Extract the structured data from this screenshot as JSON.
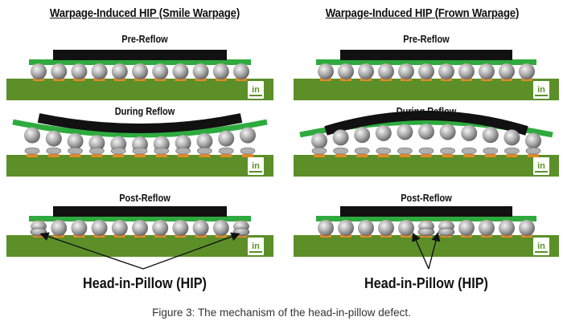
{
  "titles": {
    "left": "Warpage-Induced HIP (Smile Warpage)",
    "right": "Warpage-Induced HIP (Frown Warpage)"
  },
  "stages": {
    "pre": "Pre-Reflow",
    "during": "During Reflow",
    "post": "Post-Reflow"
  },
  "hip_label": "Head-in-Pillow (HIP)",
  "caption": "Figure 3: The mechanism of the head-in-pillow defect.",
  "logo_text": "in",
  "colors": {
    "pcb": "#5c8f28",
    "substrate": "#2eaa3e",
    "die": "#111111",
    "pad": "#e08a2a",
    "ball": "#a8a8a8"
  }
}
